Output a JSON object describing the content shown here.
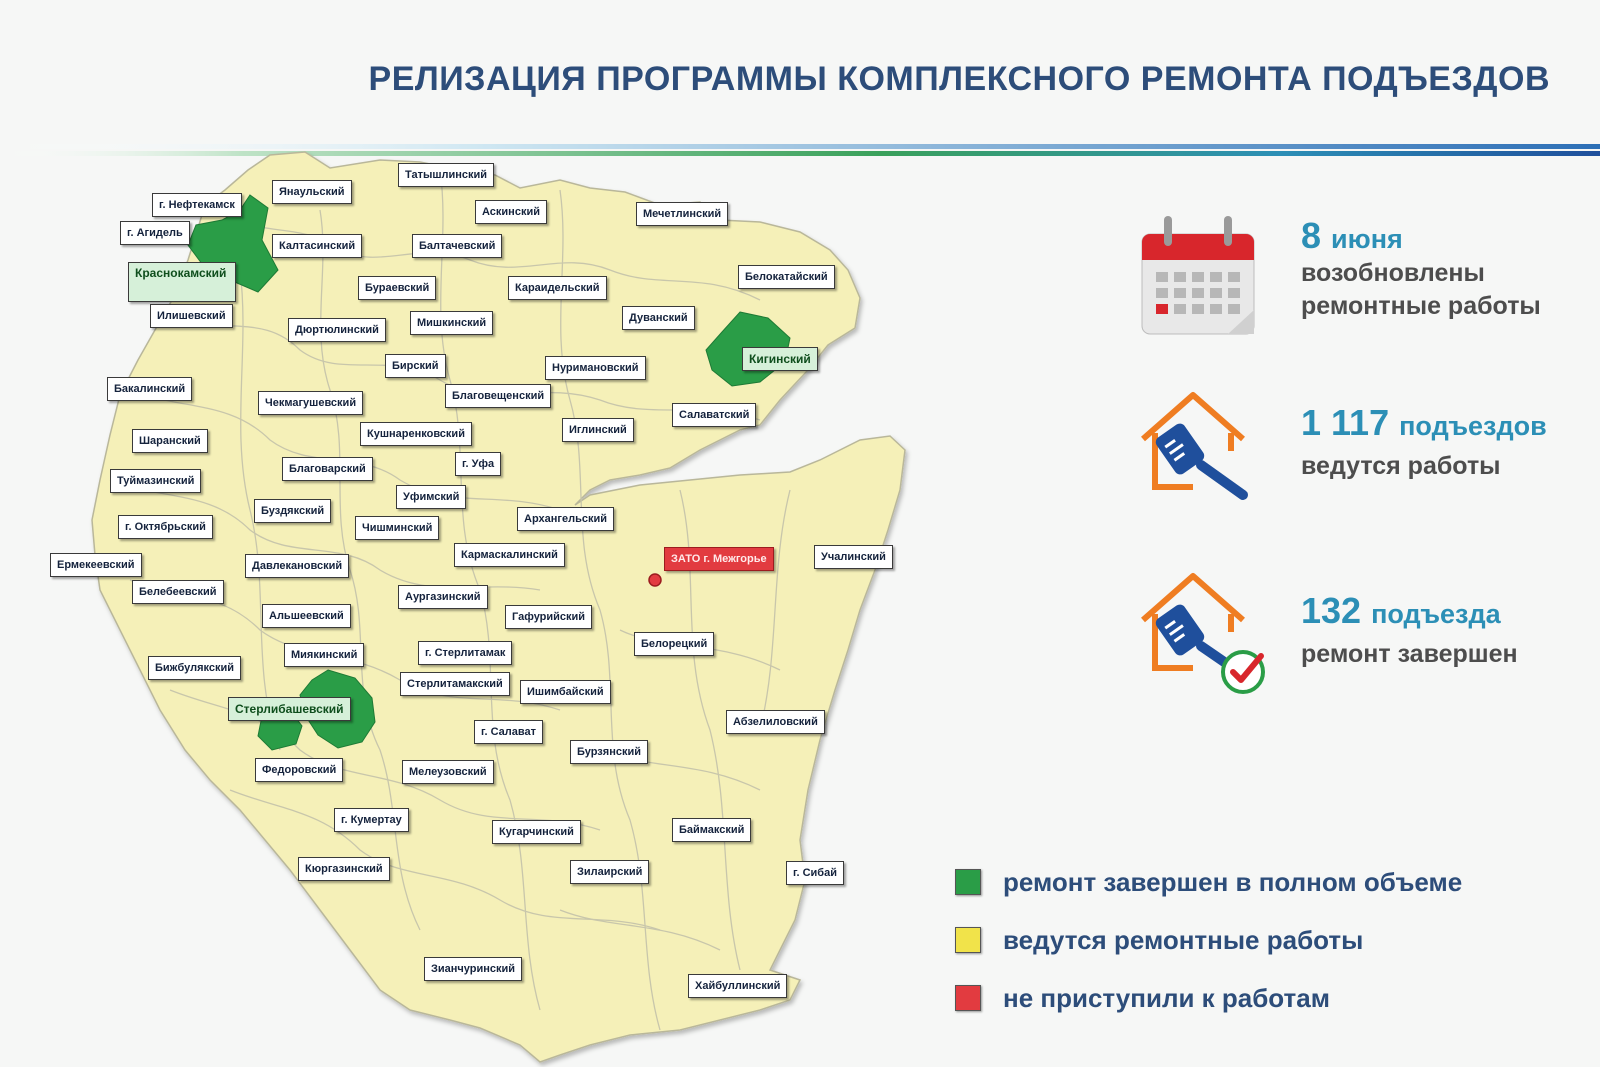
{
  "title": "РЕЛИЗАЦИЯ ПРОГРАММЫ КОМПЛЕКСНОГО РЕМОНТА ПОДЪЕЗДОВ",
  "colors": {
    "title": "#2d4d7a",
    "accent_blue": "#2c8fb6",
    "done": "#2a9d47",
    "in_progress": "#f5f0b8",
    "not_started": "#e23b40",
    "house_orange": "#ef7d22",
    "brush_blue": "#1f4f9c",
    "calendar_red": "#d8262c"
  },
  "regions": [
    {
      "id": "r1",
      "name": "г. Нефтекамск",
      "status": "in_progress"
    },
    {
      "id": "r2",
      "name": "Янаульский",
      "status": "in_progress"
    },
    {
      "id": "r3",
      "name": "Татышлинский",
      "status": "in_progress"
    },
    {
      "id": "r4",
      "name": "Аскинский",
      "status": "in_progress"
    },
    {
      "id": "r5",
      "name": "Мечетлинский",
      "status": "in_progress"
    },
    {
      "id": "r6",
      "name": "г. Агидель",
      "status": "in_progress"
    },
    {
      "id": "r7",
      "name": "Калтасинский",
      "status": "in_progress"
    },
    {
      "id": "r8",
      "name": "Балтачевский",
      "status": "in_progress"
    },
    {
      "id": "r9",
      "name": "Краснокамский",
      "status": "done"
    },
    {
      "id": "r10",
      "name": "Бураевский",
      "status": "in_progress"
    },
    {
      "id": "r11",
      "name": "Караидельский",
      "status": "in_progress"
    },
    {
      "id": "r12",
      "name": "Белокатайский",
      "status": "in_progress"
    },
    {
      "id": "r13",
      "name": "Илишевский",
      "status": "in_progress"
    },
    {
      "id": "r14",
      "name": "Мишкинский",
      "status": "in_progress"
    },
    {
      "id": "r15",
      "name": "Дуванский",
      "status": "in_progress"
    },
    {
      "id": "r16",
      "name": "Дюртюлинский",
      "status": "in_progress"
    },
    {
      "id": "r17",
      "name": "Кигинский",
      "status": "done"
    },
    {
      "id": "r18",
      "name": "Бирский",
      "status": "in_progress"
    },
    {
      "id": "r19",
      "name": "Нуримановский",
      "status": "in_progress"
    },
    {
      "id": "r20",
      "name": "Бакалинский",
      "status": "in_progress"
    },
    {
      "id": "r21",
      "name": "Благовещенский",
      "status": "in_progress"
    },
    {
      "id": "r22",
      "name": "Чекмагушевский",
      "status": "in_progress"
    },
    {
      "id": "r23",
      "name": "Салаватский",
      "status": "in_progress"
    },
    {
      "id": "r24",
      "name": "Кушнаренковский",
      "status": "in_progress"
    },
    {
      "id": "r25",
      "name": "Иглинский",
      "status": "in_progress"
    },
    {
      "id": "r26",
      "name": "Шаранский",
      "status": "in_progress"
    },
    {
      "id": "r27",
      "name": "г. Уфа",
      "status": "in_progress"
    },
    {
      "id": "r28",
      "name": "Благоварский",
      "status": "in_progress"
    },
    {
      "id": "r29",
      "name": "Туймазинский",
      "status": "in_progress"
    },
    {
      "id": "r30",
      "name": "Уфимский",
      "status": "in_progress"
    },
    {
      "id": "r31",
      "name": "Буздякский",
      "status": "in_progress"
    },
    {
      "id": "r32",
      "name": "Архангельский",
      "status": "in_progress"
    },
    {
      "id": "r33",
      "name": "г. Октябрьский",
      "status": "in_progress"
    },
    {
      "id": "r34",
      "name": "Чишминский",
      "status": "in_progress"
    },
    {
      "id": "r35",
      "name": "Кармаскалинский",
      "status": "in_progress"
    },
    {
      "id": "r36",
      "name": "ЗАТО г. Межгорье",
      "status": "not_started"
    },
    {
      "id": "r37",
      "name": "Ермекеевский",
      "status": "in_progress"
    },
    {
      "id": "r38",
      "name": "Давлекановский",
      "status": "in_progress"
    },
    {
      "id": "r39",
      "name": "Учалинский",
      "status": "in_progress"
    },
    {
      "id": "r40",
      "name": "Белебеевский",
      "status": "in_progress"
    },
    {
      "id": "r41",
      "name": "Аургазинский",
      "status": "in_progress"
    },
    {
      "id": "r42",
      "name": "Гафурийский",
      "status": "in_progress"
    },
    {
      "id": "r43",
      "name": "Альшеевский",
      "status": "in_progress"
    },
    {
      "id": "r44",
      "name": "Белорецкий",
      "status": "in_progress"
    },
    {
      "id": "r45",
      "name": "Миякинский",
      "status": "in_progress"
    },
    {
      "id": "r46",
      "name": "г. Стерлитамак",
      "status": "in_progress"
    },
    {
      "id": "r47",
      "name": "Бижбулякский",
      "status": "in_progress"
    },
    {
      "id": "r48",
      "name": "Стерлитамакский",
      "status": "in_progress"
    },
    {
      "id": "r49",
      "name": "Ишимбайский",
      "status": "in_progress"
    },
    {
      "id": "r50",
      "name": "Стерлибашевский",
      "status": "done"
    },
    {
      "id": "r51",
      "name": "Абзелиловский",
      "status": "in_progress"
    },
    {
      "id": "r52",
      "name": "г. Салават",
      "status": "in_progress"
    },
    {
      "id": "r53",
      "name": "Бурзянский",
      "status": "in_progress"
    },
    {
      "id": "r54",
      "name": "Федоровский",
      "status": "in_progress"
    },
    {
      "id": "r55",
      "name": "Мелеузовский",
      "status": "in_progress"
    },
    {
      "id": "r56",
      "name": "г. Кумертау",
      "status": "in_progress"
    },
    {
      "id": "r57",
      "name": "Кугарчинский",
      "status": "in_progress"
    },
    {
      "id": "r58",
      "name": "Баймакский",
      "status": "in_progress"
    },
    {
      "id": "r59",
      "name": "Кюргазинский",
      "status": "in_progress"
    },
    {
      "id": "r60",
      "name": "Зилаирский",
      "status": "in_progress"
    },
    {
      "id": "r61",
      "name": "г. Сибай",
      "status": "in_progress"
    },
    {
      "id": "r62",
      "name": "Зианчуринский",
      "status": "in_progress"
    },
    {
      "id": "r63",
      "name": "Хайбуллинский",
      "status": "in_progress"
    }
  ],
  "info": {
    "resume": {
      "value": "8",
      "unit": "июня",
      "line1": "возобновлены",
      "line2": "ремонтные работы",
      "icon": "calendar-icon"
    },
    "ongoing": {
      "value": "1 117",
      "unit": "подъездов",
      "line1": "ведутся работы",
      "icon": "house-brush-icon"
    },
    "completed": {
      "value": "132",
      "unit": "подъезда",
      "line1": "ремонт завершен",
      "icon": "house-brush-check-icon"
    }
  },
  "legend": [
    {
      "status": "done",
      "label": "ремонт завершен в полном объеме"
    },
    {
      "status": "in_progress",
      "label": "ведутся ремонтные работы"
    },
    {
      "status": "not_started",
      "label": "не приступили к работам"
    }
  ]
}
